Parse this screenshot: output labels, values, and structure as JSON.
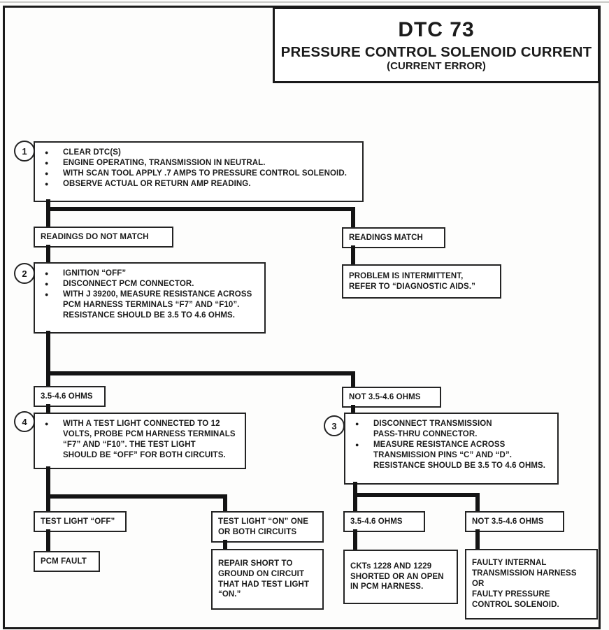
{
  "title": {
    "code": "DTC 73",
    "name": "PRESSURE CONTROL SOLENOID CURRENT",
    "subtitle": "(CURRENT ERROR)"
  },
  "steps": {
    "step1": {
      "number": "1",
      "bullets": [
        "CLEAR DTC(S)",
        "ENGINE OPERATING, TRANSMISSION IN NEUTRAL.",
        "WITH SCAN TOOL APPLY .7 AMPS TO PRESSURE CONTROL SOLENOID.",
        "OBSERVE ACTUAL OR RETURN AMP READING."
      ]
    },
    "step2": {
      "number": "2",
      "bullets": [
        "IGNITION “OFF”",
        "DISCONNECT PCM CONNECTOR.",
        "WITH J 39200, MEASURE RESISTANCE ACROSS\nPCM HARNESS TERMINALS “F7” AND “F10”.\nRESISTANCE SHOULD BE 3.5 TO 4.6 OHMS."
      ]
    },
    "step3": {
      "number": "3",
      "bullets": [
        "DISCONNECT TRANSMISSION\nPASS-THRU CONNECTOR.",
        "MEASURE RESISTANCE ACROSS\nTRANSMISSION PINS “C” AND “D”.\nRESISTANCE SHOULD BE 3.5 TO 4.6 OHMS."
      ]
    },
    "step4": {
      "number": "4",
      "bullets": [
        "WITH A TEST LIGHT CONNECTED TO 12\nVOLTS, PROBE PCM HARNESS TERMINALS\n“F7” AND “F10”.  THE TEST LIGHT\nSHOULD BE “OFF” FOR BOTH CIRCUITS."
      ]
    }
  },
  "branches": {
    "readings_do_not_match": "READINGS DO NOT MATCH",
    "readings_match": "READINGS MATCH",
    "problem_intermittent": "PROBLEM IS INTERMITTENT,\nREFER TO “DIAGNOSTIC AIDS.”",
    "ohms_in_range_left": "3.5-4.6 OHMS",
    "ohms_out_of_range_left": "NOT 3.5-4.6 OHMS",
    "test_light_off": "TEST LIGHT “OFF”",
    "test_light_on": "TEST LIGHT “ON” ONE\nOR BOTH CIRCUITS",
    "pcm_fault": "PCM FAULT",
    "repair_short": "REPAIR SHORT TO\nGROUND ON CIRCUIT\nTHAT HAD TEST LIGHT\n“ON.”",
    "ohms_in_range_right": "3.5-4.6 OHMS",
    "ohms_out_of_range_right": "NOT 3.5-4.6 OHMS",
    "ckts_shorted": "CKTs 1228 AND 1229\nSHORTED OR AN OPEN\nIN PCM HARNESS.",
    "faulty_internal": "FAULTY INTERNAL\nTRANSMISSION HARNESS\nOR\nFAULTY PRESSURE\nCONTROL SOLENOID."
  },
  "colors": {
    "ink": "#1b1b1b",
    "paper": "#ffffff"
  }
}
